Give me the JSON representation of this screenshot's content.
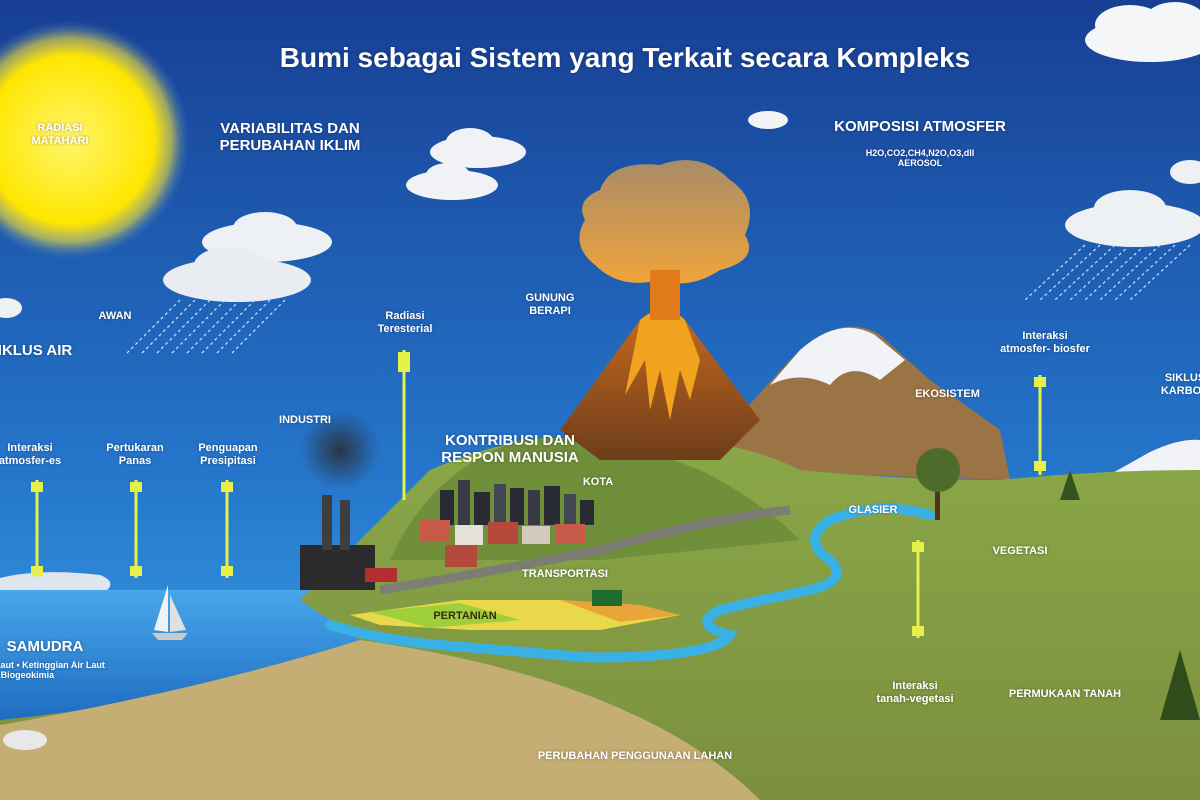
{
  "title": "Bumi sebagai Sistem yang Terkait secara Kompleks",
  "labels": {
    "radiasi_matahari": "RADIASI\nMATAHARI",
    "variabilitas": "VARIABILITAS DAN\nPERUBAHAN IKLIM",
    "komposisi": "KOMPOSISI ATMOSFER",
    "gas_list": "H2O,CO2,CH4,N2O,O3,dll\nAEROSOL",
    "awan": "AWAN",
    "siklus_air": "SIKLUS AIR",
    "radiasi_terestrial": "Radiasi\nTeresterial",
    "gunung_berapi": "GUNUNG\nBERAPI",
    "interaksi_atm_bio": "Interaksi\natmosfer- biosfer",
    "siklus_karbon": "SIKLUS\nKARBON",
    "ekosistem": "EKOSISTEM",
    "interaksi_atm_es": "Interaksi\natmosfer-es",
    "pertukaran_panas": "Pertukaran\nPanas",
    "penguapan": "Penguapan\nPresipitasi",
    "industri": "INDUSTRI",
    "kontribusi": "KONTRIBUSI DAN\nRESPON MANUSIA",
    "kota": "KOTA",
    "glasier": "GLASIER",
    "vegetasi": "VEGETASI",
    "transportasi": "TRANSPORTASI",
    "pertanian": "PERTANIAN",
    "samudra": "SAMUDRA",
    "samudra_sub": "Laut • Ketinggian Air Laut\n• Biogeokimia",
    "interaksi_tanah": "Interaksi\ntanah-vegetasi",
    "permukaan_tanah": "PERMUKAAN TANAH",
    "perubahan_lahan": "PERUBAHAN PENGGUNAAN LAHAN"
  },
  "colors": {
    "sky_top": "#1b4fa3",
    "sky_bottom": "#2e9be0",
    "sea": "#2a84d0",
    "land": "#7d9a3c",
    "sand": "#c8b27a",
    "mountain": "#8a6a3a",
    "lava": "#e8861c",
    "sun": "#ffe600",
    "arrow": "#e6f04a"
  }
}
